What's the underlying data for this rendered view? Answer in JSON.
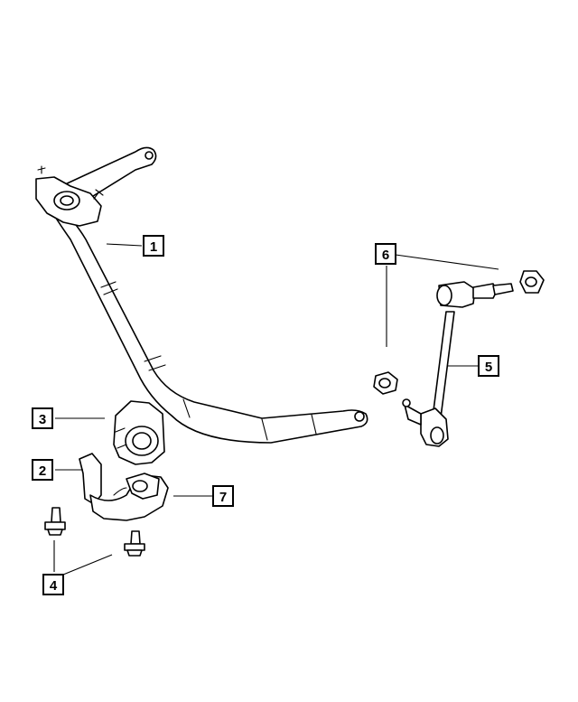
{
  "callouts": [
    {
      "id": "callout-1",
      "number": "1"
    },
    {
      "id": "callout-2",
      "number": "2"
    },
    {
      "id": "callout-3",
      "number": "3"
    },
    {
      "id": "callout-4",
      "number": "4"
    },
    {
      "id": "callout-5",
      "number": "5"
    },
    {
      "id": "callout-6",
      "number": "6"
    },
    {
      "id": "callout-7",
      "number": "7"
    }
  ]
}
